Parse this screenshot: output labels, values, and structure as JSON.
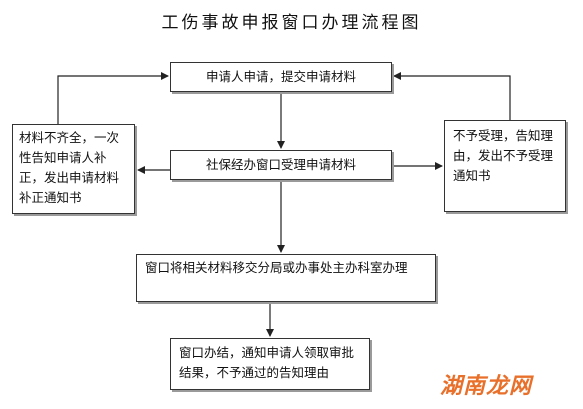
{
  "title": "工伤事故申报窗口办理流程图",
  "nodes": {
    "submit": "申请人申请，提交申请材料",
    "accept": "社保经办窗口受理申请材料",
    "supplement": "材料不齐全，一次性告知申请人补正，发出申请材料补正通知书",
    "reject": "不予受理，告知理由，发出不予受理通知书",
    "transfer": "窗口将相关材料移交分局或办事处主办科室办理",
    "complete": "窗口办结，通知申请人领取审批结果，不予通过的告知理由"
  },
  "watermark": "湖南龙网",
  "colors": {
    "border": "#333333",
    "shadow": "#9a9a9a",
    "watermark": "#e8702a"
  }
}
